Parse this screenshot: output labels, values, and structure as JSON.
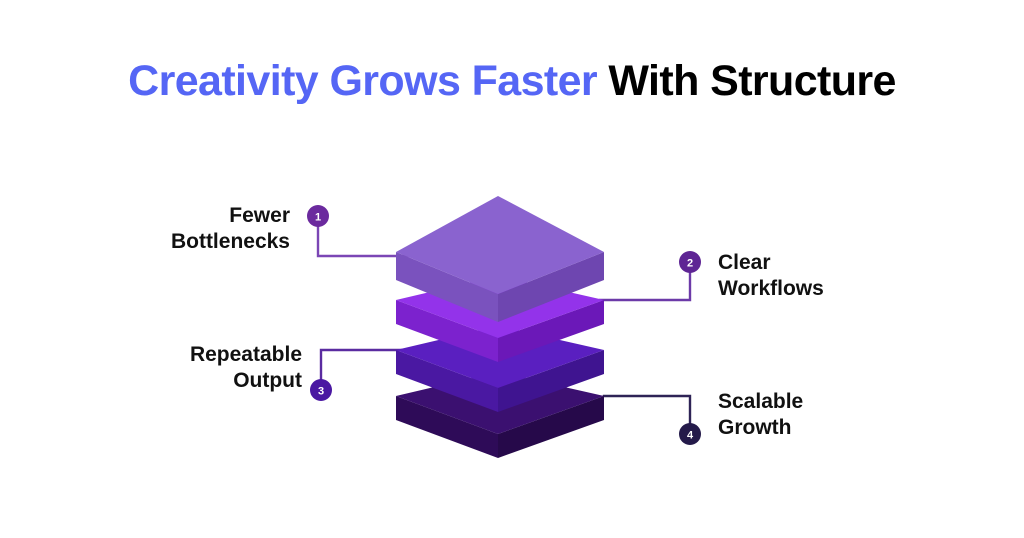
{
  "title": {
    "accent_text": "Creativity Grows Faster",
    "plain_text": " With Structure",
    "accent_color": "#5566F5",
    "plain_color": "#000000"
  },
  "background_color": "#ffffff",
  "diagram": {
    "type": "layered-isometric-stack",
    "layer_count": 4,
    "layers": [
      {
        "index": 1,
        "position": "top",
        "top_color": "#8A63CF",
        "side_color": "#7A52BE",
        "front_color": "#6E46B0"
      },
      {
        "index": 2,
        "position": "upper-middle",
        "top_color": "#9333EA",
        "side_color": "#7C22CE",
        "front_color": "#6B18B8"
      },
      {
        "index": 3,
        "position": "lower-middle",
        "top_color": "#5A1FC0",
        "side_color": "#4A18A2",
        "front_color": "#3F1490"
      },
      {
        "index": 4,
        "position": "bottom",
        "top_color": "#3B1070",
        "side_color": "#2E0B58",
        "front_color": "#26094A"
      }
    ]
  },
  "callouts": [
    {
      "number": "1",
      "label": "Fewer\nBottlenecks",
      "badge_color": "#6B2A9E",
      "line_color": "#7B46B5",
      "side": "left",
      "connector": "down-then-right"
    },
    {
      "number": "2",
      "label": "Clear\nWorkflows",
      "badge_color": "#5E2594",
      "line_color": "#6C3AA8",
      "side": "right",
      "connector": "left-then-down"
    },
    {
      "number": "3",
      "label": "Repeatable\nOutput",
      "badge_color": "#4A18A2",
      "line_color": "#5A2BA0",
      "side": "left",
      "connector": "up-then-right"
    },
    {
      "number": "4",
      "label": "Scalable\nGrowth",
      "badge_color": "#241A4A",
      "line_color": "#2E2356",
      "side": "right",
      "connector": "left-then-up"
    }
  ]
}
